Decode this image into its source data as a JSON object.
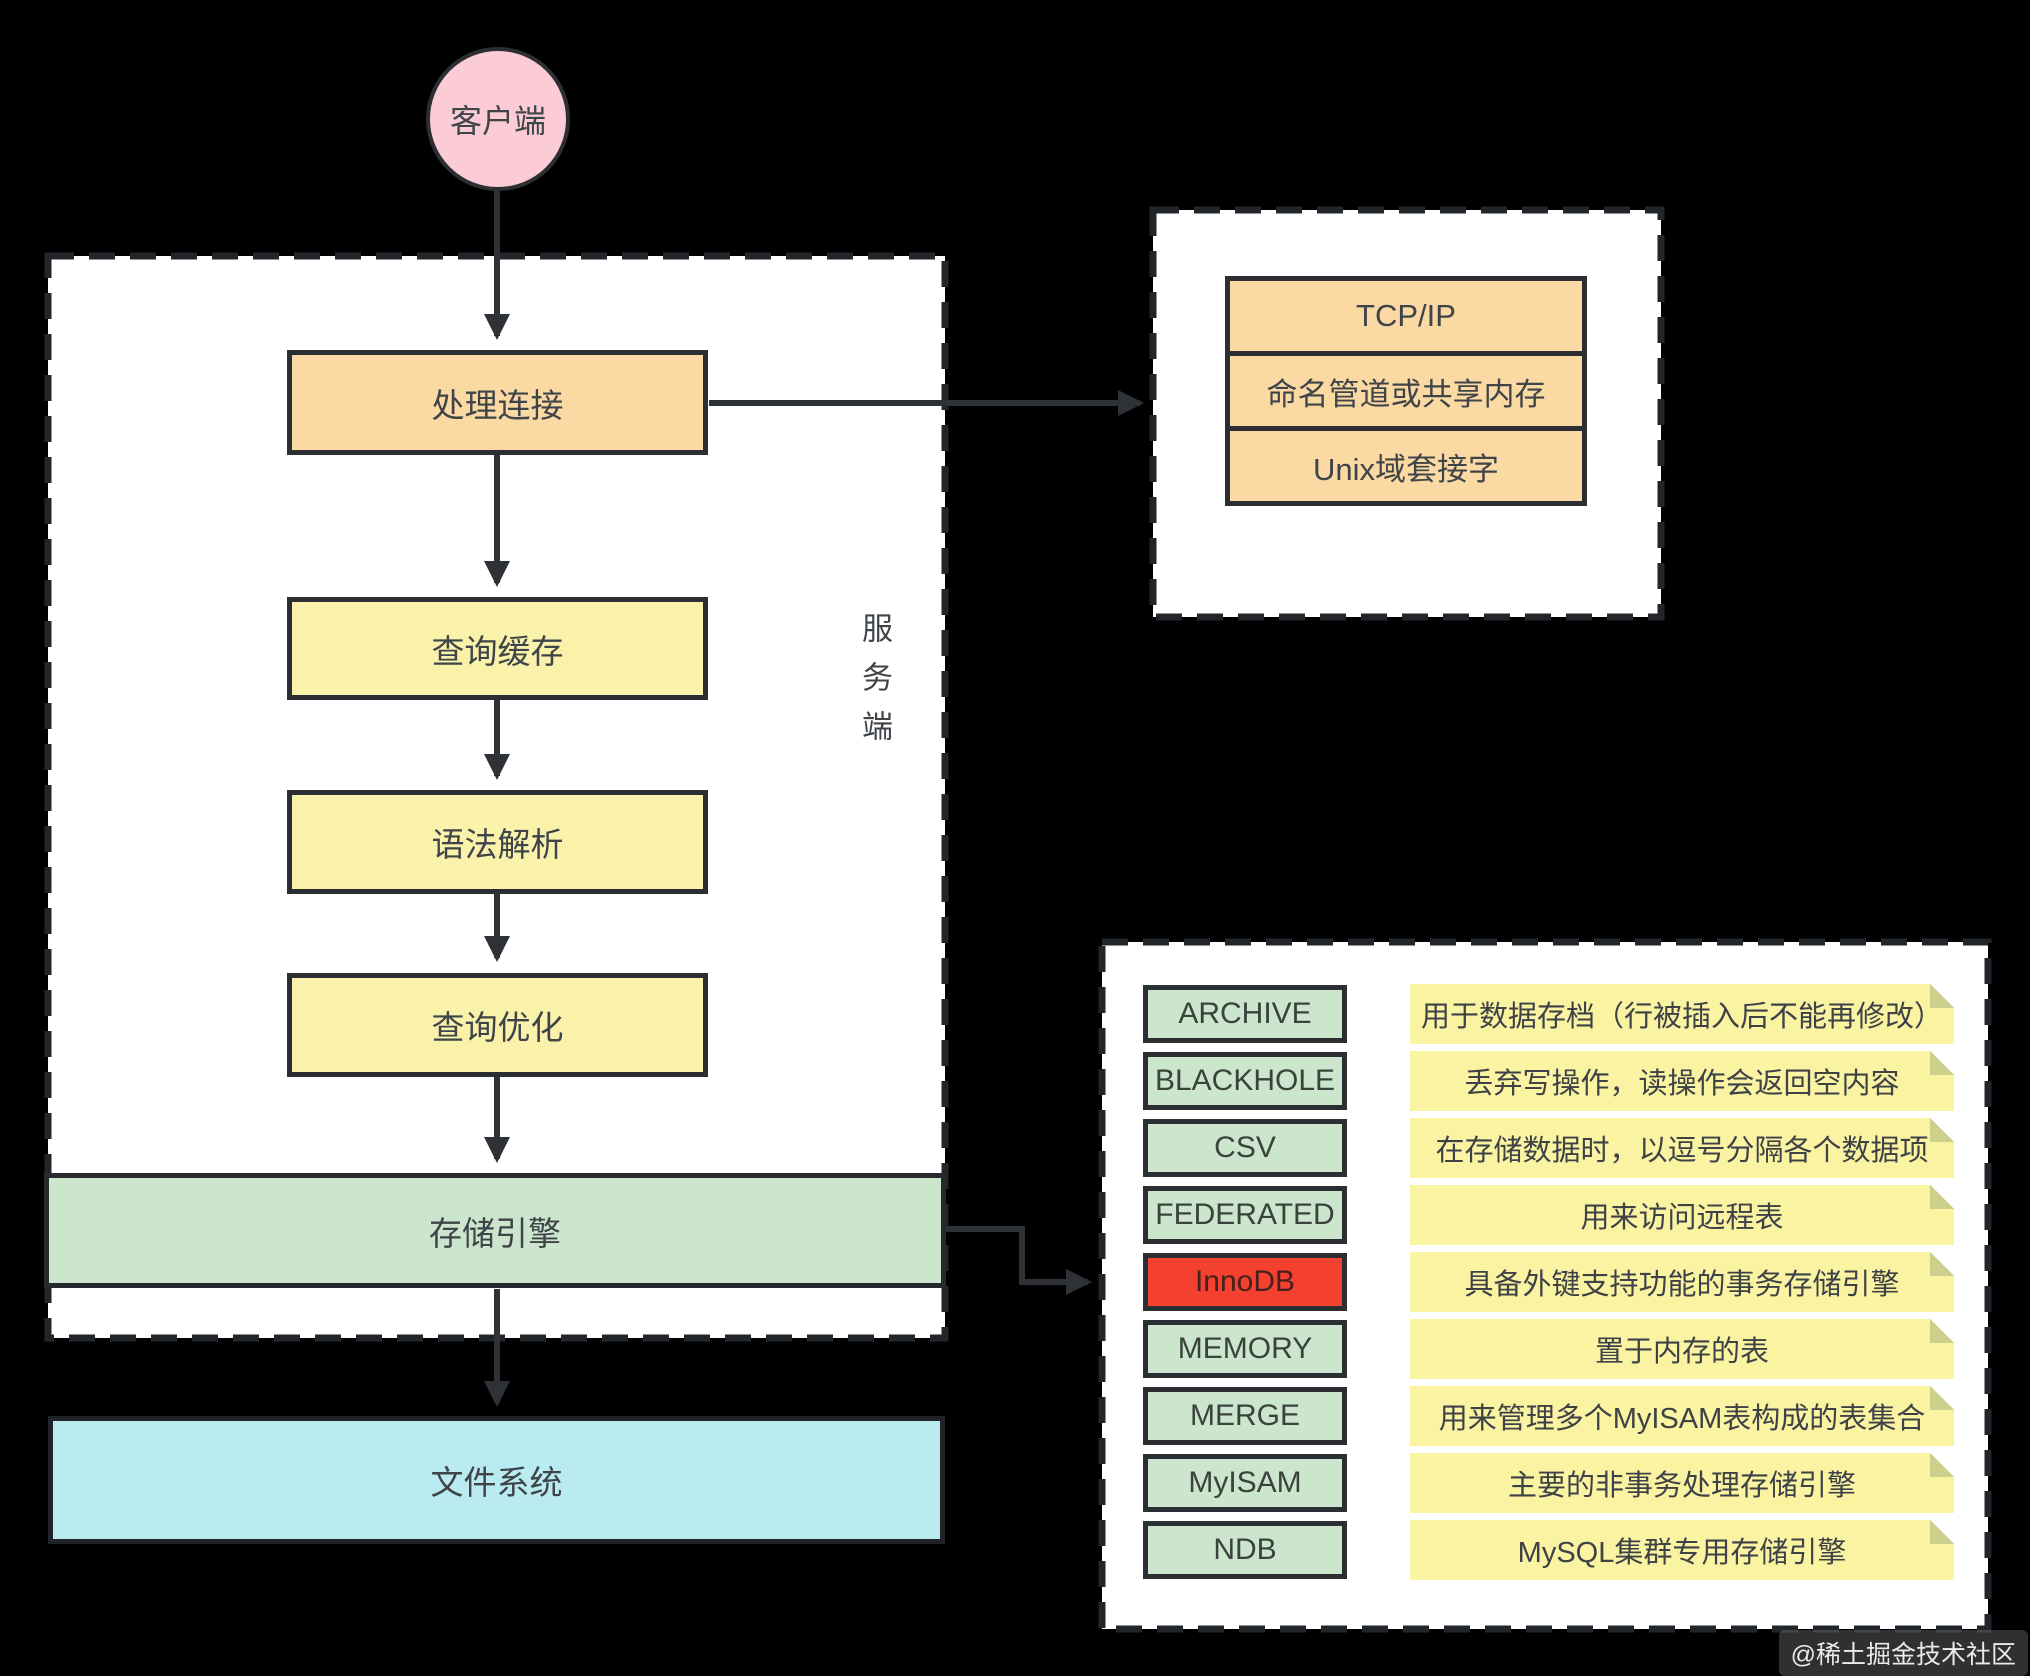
{
  "client": {
    "label": "客户端"
  },
  "server": {
    "vertical_label": "服务端",
    "flow": {
      "handle_connection": "处理连接",
      "query_cache": "查询缓存",
      "syntax_parse": "语法解析",
      "query_optimize": "查询优化",
      "storage_engine": "存储引擎"
    }
  },
  "filesystem": {
    "label": "文件系统"
  },
  "connection_methods": {
    "items": [
      "TCP/IP",
      "命名管道或共享内存",
      "Unix域套接字"
    ]
  },
  "storage_engines": {
    "rows": [
      {
        "name": "ARCHIVE",
        "desc": "用于数据存档（行被插入后不能再修改）",
        "highlight": false
      },
      {
        "name": "BLACKHOLE",
        "desc": "丢弃写操作，读操作会返回空内容",
        "highlight": false
      },
      {
        "name": "CSV",
        "desc": "在存储数据时，以逗号分隔各个数据项",
        "highlight": false
      },
      {
        "name": "FEDERATED",
        "desc": "用来访问远程表",
        "highlight": false
      },
      {
        "name": "InnoDB",
        "desc": "具备外键支持功能的事务存储引擎",
        "highlight": true
      },
      {
        "name": "MEMORY",
        "desc": "置于内存的表",
        "highlight": false
      },
      {
        "name": "MERGE",
        "desc": "用来管理多个MyISAM表构成的表集合",
        "highlight": false
      },
      {
        "name": "MyISAM",
        "desc": "主要的非事务处理存储引擎",
        "highlight": false
      },
      {
        "name": "NDB",
        "desc": "MySQL集群专用存储引擎",
        "highlight": false
      }
    ]
  },
  "watermark": {
    "label": "@稀土掘金技术社区"
  },
  "colors": {
    "client_pink": "#fbccd5",
    "connection_orange": "#fbd9a2",
    "stage_yellow": "#faf2ab",
    "engine_green": "#cbe6cd",
    "innodb_red": "#f4402f",
    "filesystem_cyan": "#b9ebf0",
    "note_yellow": "#f9f3a2",
    "note_fold": "#cdd08c",
    "line_dark": "#2e3237",
    "background": "#000000"
  }
}
